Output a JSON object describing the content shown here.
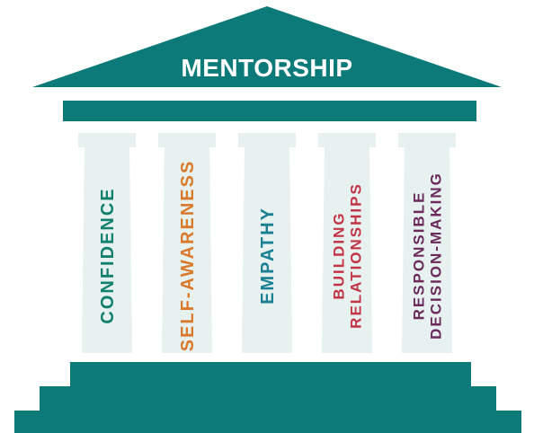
{
  "title": "MENTORSHIP",
  "colors": {
    "structure": "#0b7a78",
    "pillar": "#e6f1f0",
    "background": "#ffffff"
  },
  "pillars": [
    {
      "lines": [
        "CONFIDENCE"
      ],
      "color": "#13806f"
    },
    {
      "lines": [
        "SELF-AWARENESS"
      ],
      "color": "#d9792b"
    },
    {
      "lines": [
        "EMPATHY"
      ],
      "color": "#1a7f92"
    },
    {
      "lines": [
        "BUILDING",
        "RELATIONSHIPS"
      ],
      "color": "#c23545"
    },
    {
      "lines": [
        "RESPONSIBLE",
        "DECISION-MAKING"
      ],
      "color": "#6b2a5b"
    }
  ]
}
